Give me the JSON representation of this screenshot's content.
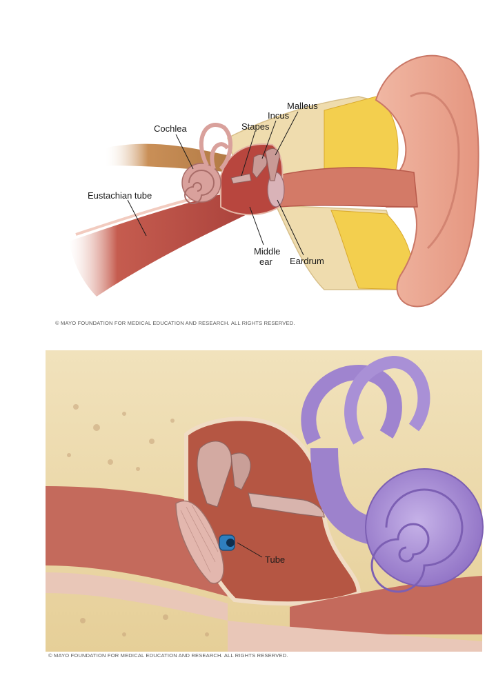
{
  "top_diagram": {
    "labels": {
      "malleus": "Malleus",
      "incus": "Incus",
      "stapes": "Stapes",
      "cochlea": "Cochlea",
      "eustachian_tube": "Eustachian tube",
      "middle_ear_line1": "Middle",
      "middle_ear_line2": "ear",
      "eardrum": "Eardrum"
    },
    "credit": "© MAYO FOUNDATION FOR MEDICAL EDUCATION AND RESEARCH. ALL RIGHTS RESERVED."
  },
  "bottom_diagram": {
    "labels": {
      "tube": "Tube"
    },
    "credit": "© MAYO FOUNDATION FOR MEDICAL EDUCATION AND RESEARCH. ALL RIGHTS RESERVED."
  },
  "colors": {
    "skin": "#e8a08e",
    "canal": "#c9665a",
    "bone": "#efdcae",
    "fat": "#f3cf4e",
    "muscle": "#b5463f",
    "inner_ear": "#a88ad1",
    "tube_blue": "#2f7fbf"
  }
}
